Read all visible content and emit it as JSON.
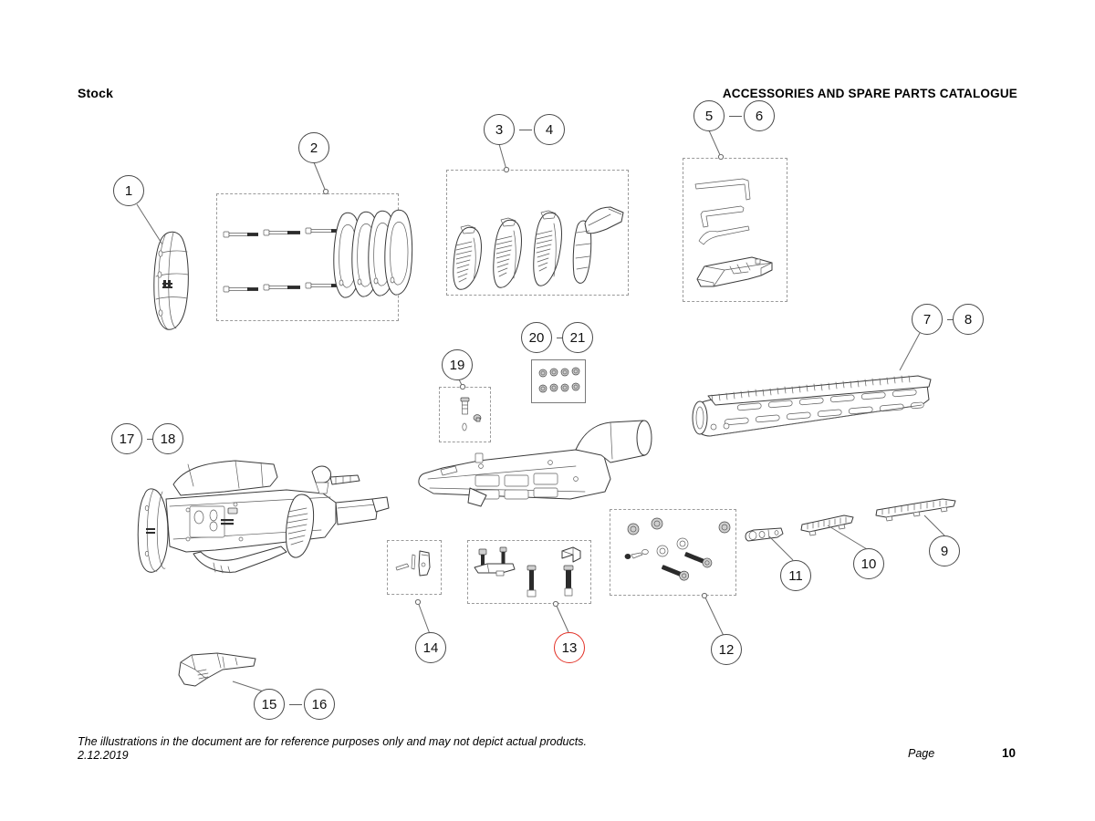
{
  "header": {
    "left_title": "Stock",
    "right_title": "ACCESSORIES AND SPARE PARTS CATALOGUE"
  },
  "footer": {
    "disclaimer": "The illustrations in the document are for reference purposes only and may not depict actual products.",
    "date": "2.12.2019",
    "page_label": "Page",
    "page_number": "10"
  },
  "callouts": [
    {
      "id": "1",
      "label": "1",
      "highlighted": false,
      "part": "butt-pad"
    },
    {
      "id": "2",
      "label": "2",
      "highlighted": false,
      "part": "spacer-and-screw-kit"
    },
    {
      "id": "3",
      "label": "3",
      "highlighted": false,
      "part": "pistol-grip-set"
    },
    {
      "id": "4",
      "label": "4",
      "highlighted": false,
      "part": "pistol-grip-set"
    },
    {
      "id": "5",
      "label": "5",
      "highlighted": false,
      "part": "hex-key-and-mount-set"
    },
    {
      "id": "6",
      "label": "6",
      "highlighted": false,
      "part": "hex-key-and-mount-set"
    },
    {
      "id": "7",
      "label": "7",
      "highlighted": false,
      "part": "handguard"
    },
    {
      "id": "8",
      "label": "8",
      "highlighted": false,
      "part": "handguard"
    },
    {
      "id": "9",
      "label": "9",
      "highlighted": false,
      "part": "long-rail-section"
    },
    {
      "id": "10",
      "label": "10",
      "highlighted": false,
      "part": "short-rail-section"
    },
    {
      "id": "11",
      "label": "11",
      "highlighted": false,
      "part": "sling-swivel-mount"
    },
    {
      "id": "12",
      "label": "12",
      "highlighted": false,
      "part": "fastener-kit"
    },
    {
      "id": "13",
      "label": "13",
      "highlighted": true,
      "part": "bolt-and-bracket-kit"
    },
    {
      "id": "14",
      "label": "14",
      "highlighted": false,
      "part": "small-parts-kit"
    },
    {
      "id": "15",
      "label": "15",
      "highlighted": false,
      "part": "handstop"
    },
    {
      "id": "16",
      "label": "16",
      "highlighted": false,
      "part": "handstop"
    },
    {
      "id": "17",
      "label": "17",
      "highlighted": false,
      "part": "stock-assembly"
    },
    {
      "id": "18",
      "label": "18",
      "highlighted": false,
      "part": "stock-assembly"
    },
    {
      "id": "19",
      "label": "19",
      "highlighted": false,
      "part": "pin-and-screw"
    },
    {
      "id": "20",
      "label": "20",
      "highlighted": false,
      "part": "screw-set"
    },
    {
      "id": "21",
      "label": "21",
      "highlighted": false,
      "part": "screw-set"
    }
  ],
  "colors": {
    "highlight": "#e23127",
    "line": "#3a3a3a",
    "dashed_box": "#9a9a9a",
    "background": "#ffffff"
  }
}
